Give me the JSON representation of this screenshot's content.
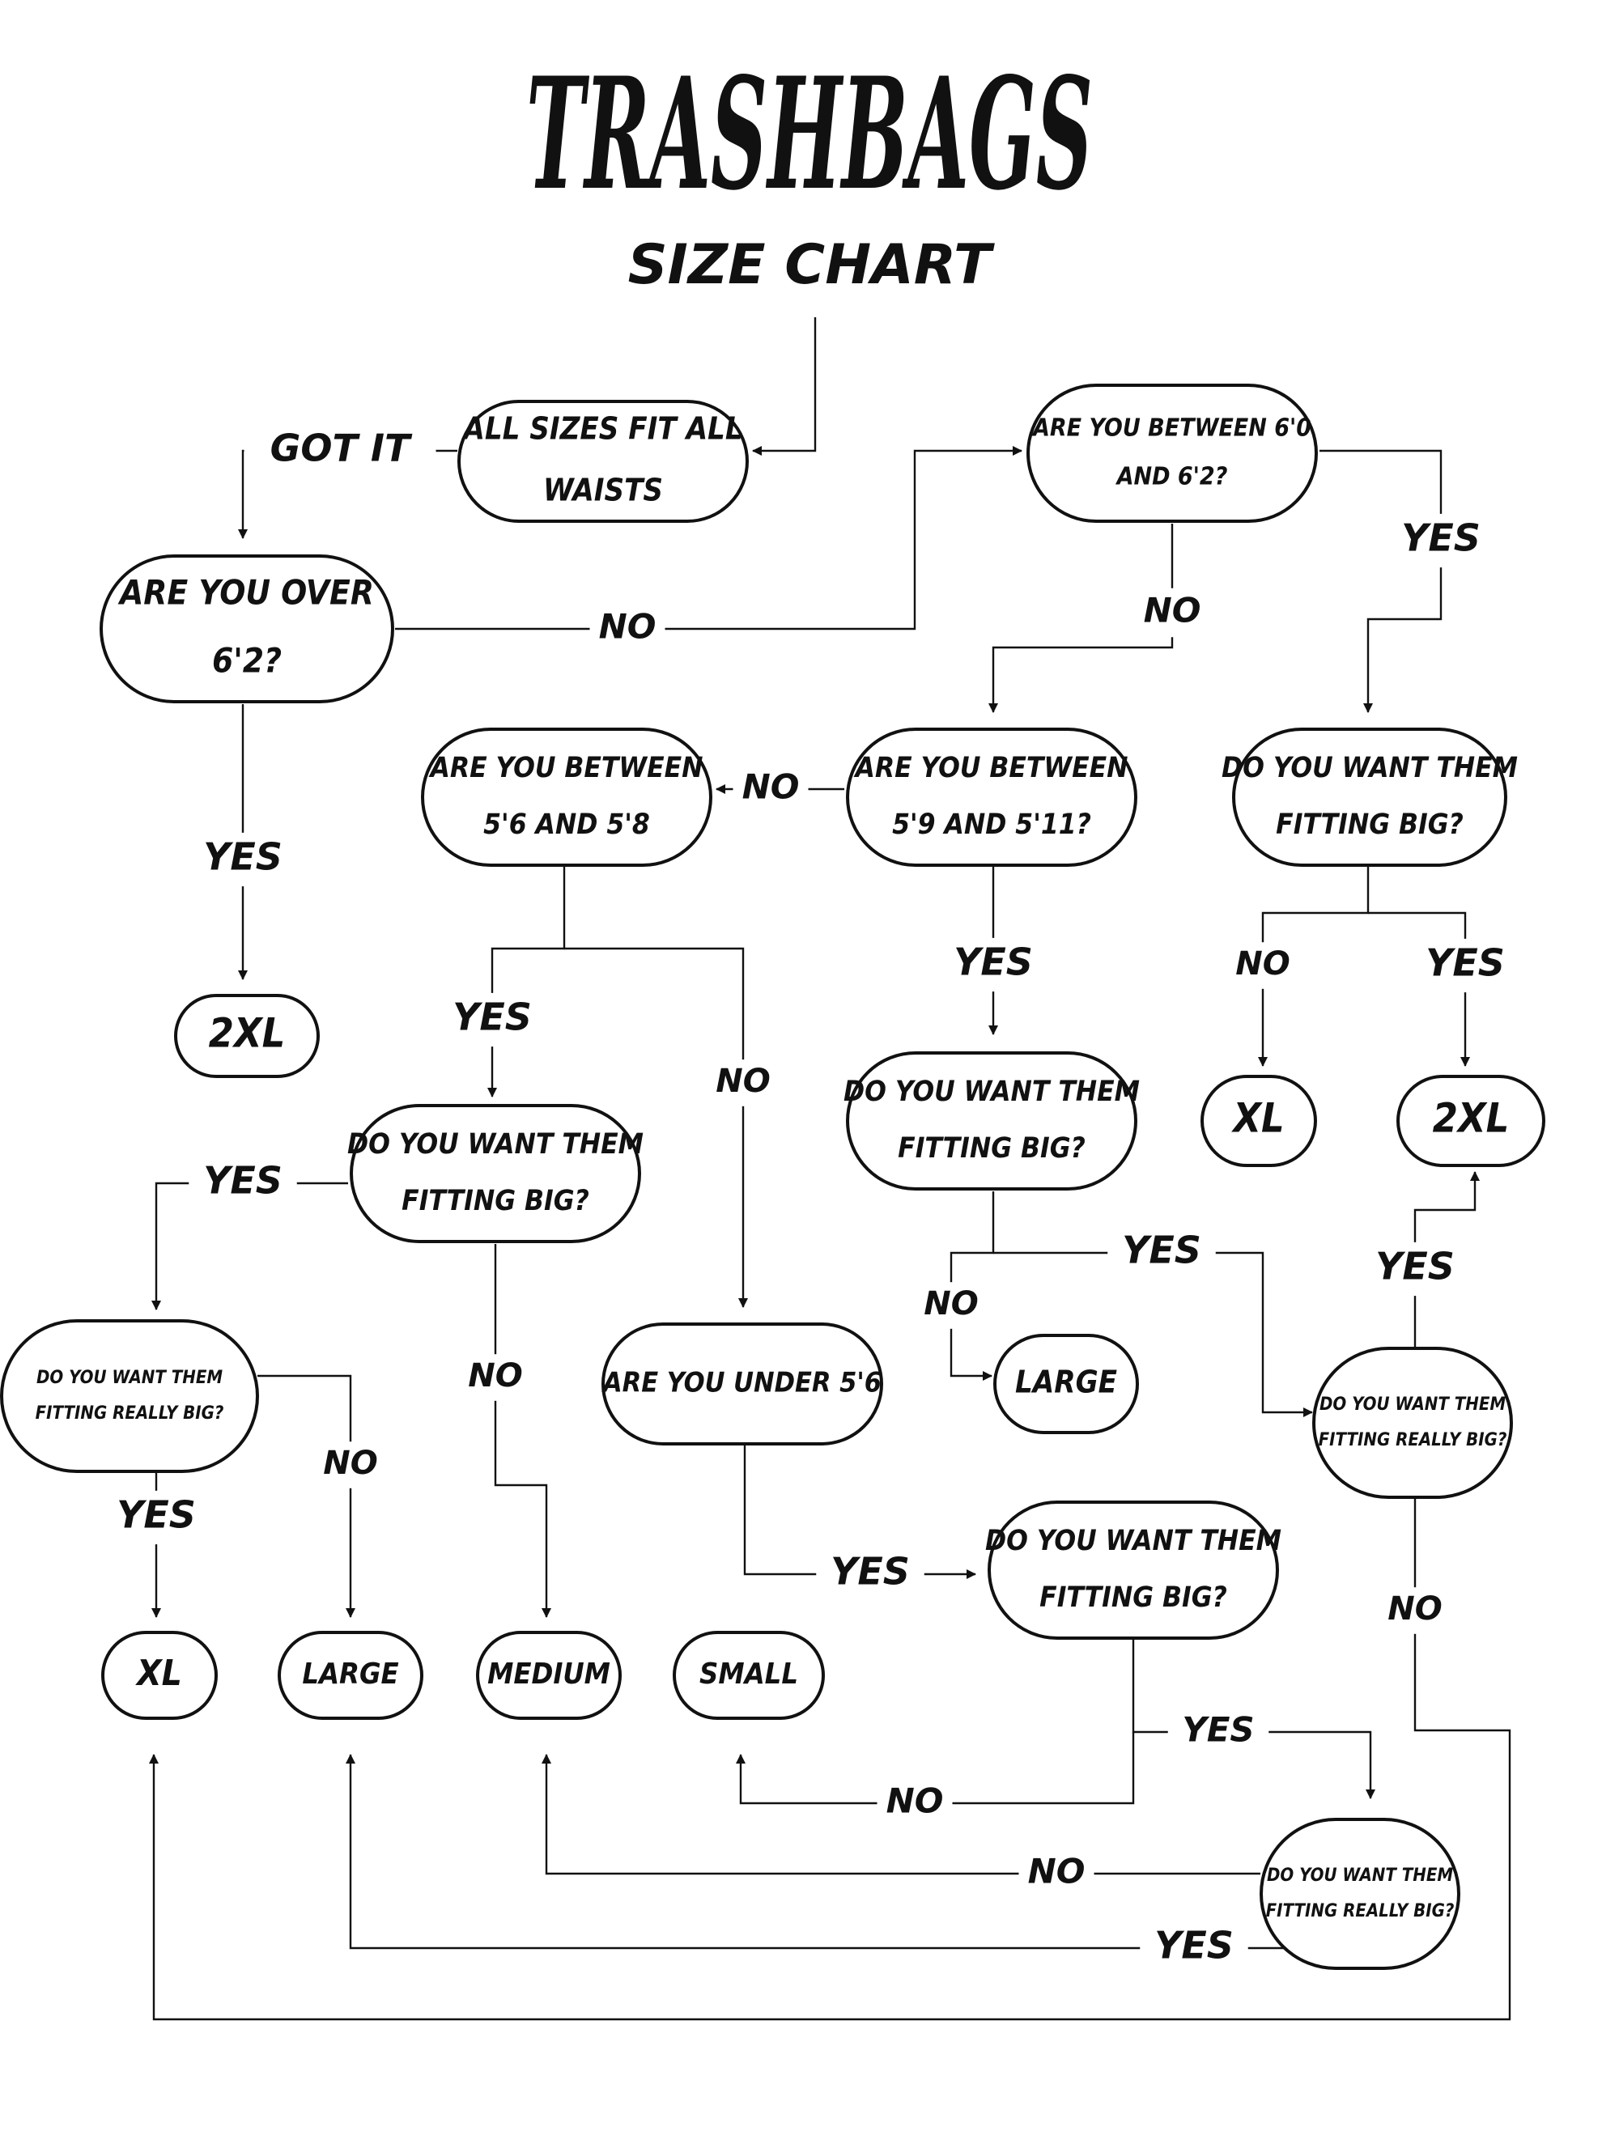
{
  "header": {
    "brand": "TRASHBAGS",
    "subtitle": "SIZE CHART"
  },
  "colors": {
    "ink": "#111111",
    "paper": "#ffffff"
  },
  "nodes": {
    "all_sizes": [
      "ALL SIZES FIT ALL",
      "WAISTS"
    ],
    "over_6_2": [
      "ARE YOU OVER",
      "6'2?"
    ],
    "between_6_0_6_2": [
      "ARE YOU BETWEEN 6'0",
      "AND 6'2?"
    ],
    "between_5_9_5_11": [
      "ARE YOU BETWEEN",
      "5'9 AND 5'11?"
    ],
    "between_5_6_5_8": [
      "ARE YOU BETWEEN",
      "5'6 AND 5'8"
    ],
    "big_right": [
      "DO YOU WANT THEM",
      "FITTING BIG?"
    ],
    "result_2xl_left": [
      "2XL"
    ],
    "big_mid": [
      "DO YOU WANT THEM",
      "FITTING BIG?"
    ],
    "result_xl_right": [
      "XL"
    ],
    "result_2xl_right": [
      "2XL"
    ],
    "big_left": [
      "DO YOU WANT THEM",
      "FITTING BIG?"
    ],
    "really_big_left": [
      "DO YOU WANT THEM",
      "FITTING REALLY BIG?"
    ],
    "under_5_6": [
      "ARE YOU UNDER 5'6"
    ],
    "result_large_mid": [
      "LARGE"
    ],
    "really_big_right": [
      "DO YOU WANT THEM",
      "FITTING REALLY BIG?"
    ],
    "big_bottom": [
      "DO YOU WANT THEM",
      "FITTING BIG?"
    ],
    "result_xl_bottom": [
      "XL"
    ],
    "result_large_bottom": [
      "LARGE"
    ],
    "result_medium_bottom": [
      "MEDIUM"
    ],
    "result_small_bottom": [
      "SMALL"
    ],
    "really_big_bottom": [
      "DO YOU WANT THEM",
      "FITTING REALLY BIG?"
    ]
  },
  "edge_labels": {
    "got_it": "GOT IT",
    "no_over_6_2": "NO",
    "yes_over_6_2": "YES",
    "yes_6_0_6_2": "YES",
    "no_6_0_6_2": "NO",
    "no_5_9_5_11": "NO",
    "yes_5_9_5_11": "YES",
    "no_big_right": "NO",
    "yes_big_right": "YES",
    "yes_5_6_5_8": "YES",
    "no_5_6_5_8": "NO",
    "yes_big_mid": "YES",
    "no_big_mid": "NO",
    "yes_big_left": "YES",
    "no_big_left": "NO",
    "yes_really_big_left": "YES",
    "no_really_big_left": "NO",
    "yes_really_big_right": "YES",
    "no_really_big_right": "NO",
    "yes_under_5_6": "YES",
    "yes_big_bottom": "YES",
    "no_big_bottom": "NO",
    "no_really_big_bottom": "NO",
    "yes_really_big_bottom": "YES"
  }
}
